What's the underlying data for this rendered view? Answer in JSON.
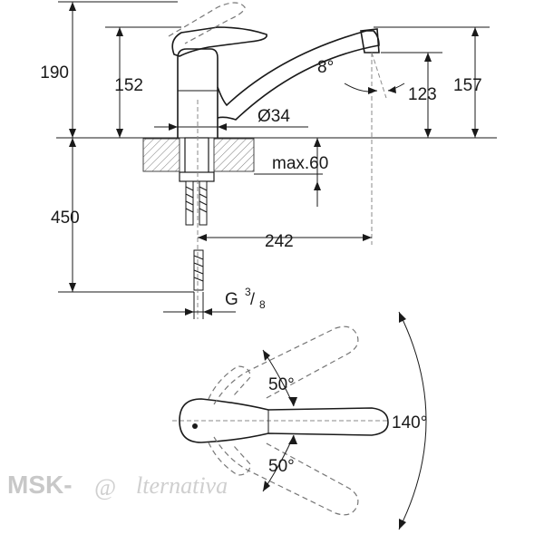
{
  "dimensions": {
    "overall_height": "190",
    "lever_height": "152",
    "spout_height": "157",
    "outlet_height": "123",
    "spout_angle": "8°",
    "body_diameter": "Ø34",
    "max_deck": "max.60",
    "below_deck": "450",
    "reach": "242",
    "connection_base": "G",
    "connection_num": "3",
    "connection_den": "8"
  },
  "plan_view": {
    "upper_angle": "50°",
    "lower_angle": "50°",
    "swivel_angle": "140°"
  },
  "watermark": {
    "brand": "MSK-",
    "at": "@",
    "rest": "lternativa"
  },
  "colors": {
    "ink": "#1a1a1a",
    "ghost": "#777777",
    "watermark": "#c8c8c8"
  }
}
